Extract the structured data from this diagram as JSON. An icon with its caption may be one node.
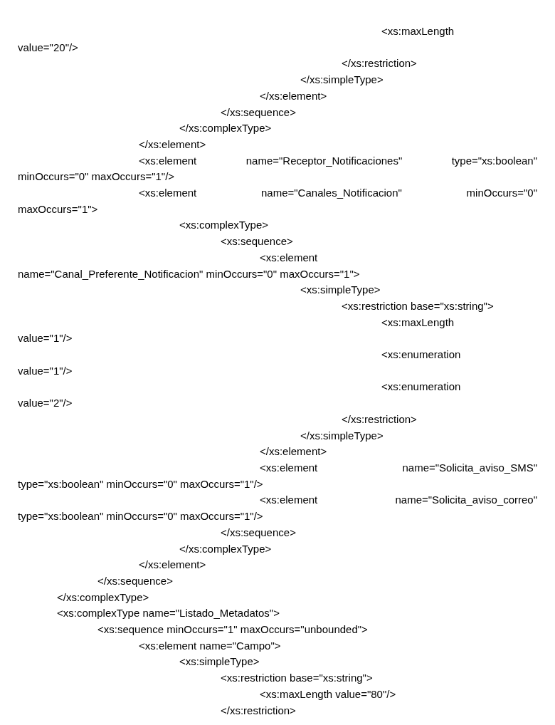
{
  "diagram": {
    "labels": [
      "<xs:maxLength value=\"20\"/>",
      "</xs:restriction>",
      "</xs:simpleType>",
      "</xs:element>",
      "</xs:sequence>",
      "</xs:complexType>",
      "</xs:element>",
      "<xs:element name=\"Receptor_Notificaciones\" type=\"xs:boolean\" minOccurs=\"0\" maxOccurs=\"1\"/>",
      "<xs:element name=\"Canales_Notificacion\" minOccurs=\"0\" maxOccurs=\"1\">",
      "<xs:complexType>",
      "<xs:sequence>",
      "<xs:element name=\"Canal_Preferente_Notificacion\" minOccurs=\"0\" maxOccurs=\"1\">",
      "<xs:simpleType>",
      "<xs:restriction base=\"xs:string\">",
      "<xs:maxLength value=\"1\"/>",
      "<xs:enumeration value=\"1\"/>",
      "<xs:enumeration value=\"2\"/>",
      "</xs:restriction>",
      "</xs:simpleType>",
      "</xs:element>",
      "<xs:element name=\"Solicita_aviso_SMS\" type=\"xs:boolean\" minOccurs=\"0\" maxOccurs=\"1\"/>",
      "<xs:element name=\"Solicita_aviso_correo\" type=\"xs:boolean\" minOccurs=\"0\" maxOccurs=\"1\"/>",
      "</xs:sequence>",
      "</xs:complexType>",
      "</xs:element>",
      "</xs:sequence>",
      "</xs:complexType>",
      "<xs:complexType name=\"Listado_Metadatos\">",
      "<xs:sequence minOccurs=\"1\" maxOccurs=\"unbounded\">",
      "<xs:element name=\"Campo\">",
      "<xs:simpleType>",
      "<xs:restriction base=\"xs:string\">",
      "<xs:maxLength value=\"80\"/>",
      "</xs:restriction>"
    ]
  }
}
